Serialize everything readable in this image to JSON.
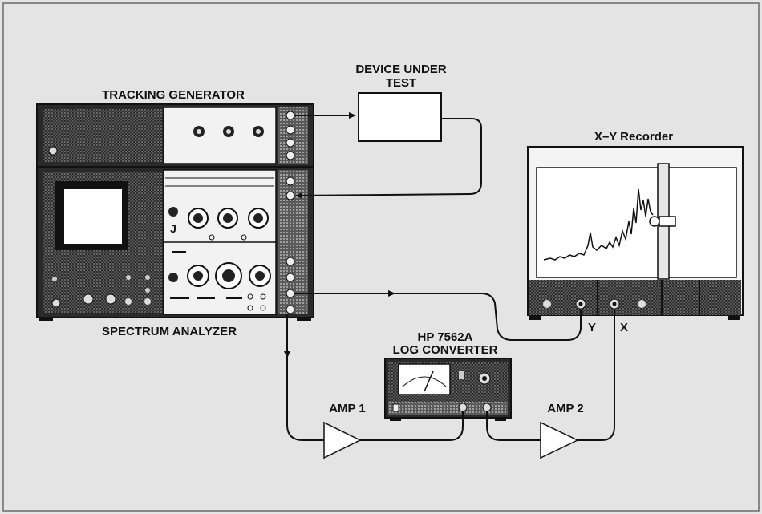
{
  "labels": {
    "tracking_generator": "TRACKING GENERATOR",
    "spectrum_analyzer": "SPECTRUM ANALYZER",
    "dut_line1": "DEVICE UNDER",
    "dut_line2": "TEST",
    "xy_recorder": "X–Y Recorder",
    "log_line1": "HP 7562A",
    "log_line2": "LOG CONVERTER",
    "amp1": "AMP 1",
    "amp2": "AMP 2",
    "port_y": "Y",
    "port_x": "X",
    "panel_j": "J"
  },
  "colors": {
    "background": "#e4e4e4",
    "ink": "#111111",
    "panel_dark": "#3a3a3a",
    "panel_light": "#f2f2f2",
    "screen": "#ffffff"
  },
  "icons": {
    "amp": "triangle-amplifier-icon",
    "arrow": "arrowhead-icon"
  }
}
